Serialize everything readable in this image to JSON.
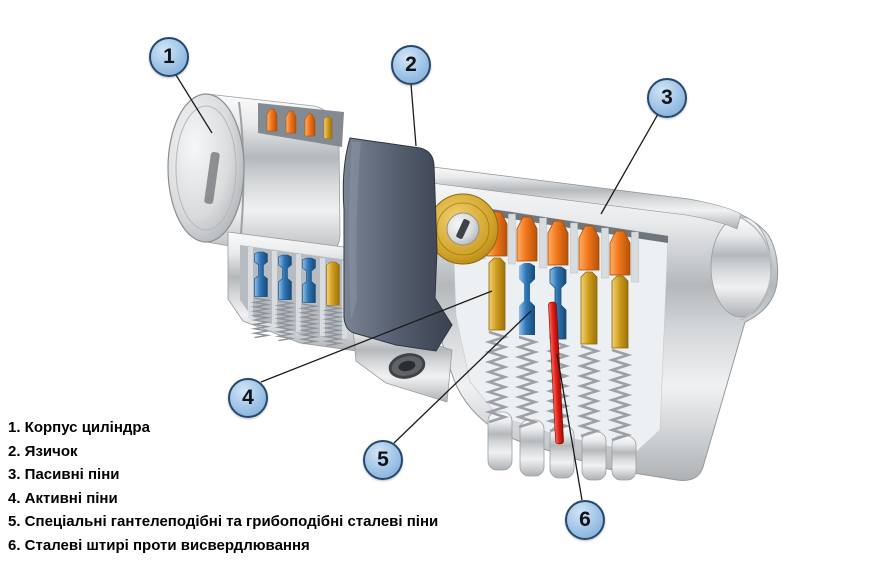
{
  "diagram": {
    "callouts": [
      {
        "number": "1"
      },
      {
        "number": "2"
      },
      {
        "number": "3"
      },
      {
        "number": "4"
      },
      {
        "number": "5"
      },
      {
        "number": "6"
      }
    ],
    "legend_items": [
      "1. Корпус циліндра",
      "2. Язичок",
      "3. Пасивні піни",
      "4. Активні піни",
      "5. Спеціальні гантелеподібні та грибоподібні сталеві піни",
      "6. Сталеві штирі проти висвердлювання"
    ],
    "colors": {
      "callout_fill": "#9dc3e6",
      "callout_border": "#27476e",
      "passive_pin_orange": "#ef7415",
      "active_pin_gold": "#d19e1e",
      "mushroom_pin_blue": "#2e75b6",
      "anti_drill_pin_red": "#e01f14",
      "cam_gray": "#555e6e",
      "body_chrome": "#d4d7d9"
    }
  }
}
